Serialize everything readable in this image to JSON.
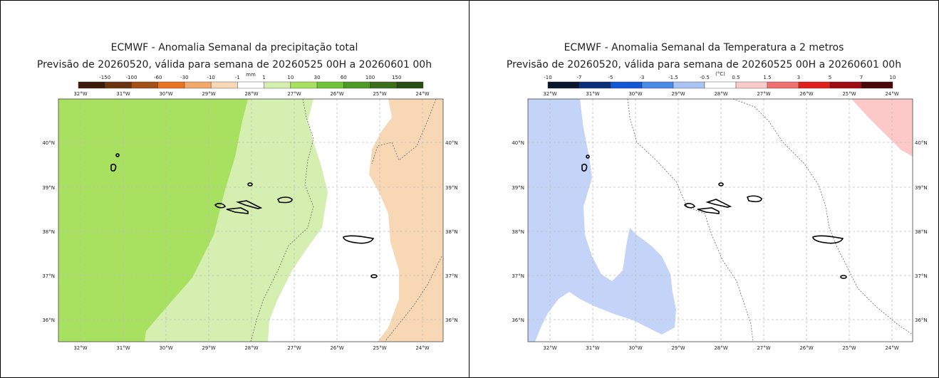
{
  "panels": [
    {
      "id": "precip",
      "title": "ECMWF - Anomalia Semanal da precipitação total",
      "subtitle": "Previsão de 20260520, válida para semana de 20260525 00H a 20260601 00h",
      "colorbar": {
        "unit": "mm",
        "labels": [
          "-150",
          "-100",
          "-60",
          "-30",
          "-10",
          "-1",
          "1",
          "10",
          "30",
          "60",
          "100",
          "150"
        ],
        "colors": [
          "#3b1a0a",
          "#6b3410",
          "#a34f17",
          "#e8741f",
          "#f2a869",
          "#f8d8b4",
          "#ffffff",
          "#d4efb0",
          "#a8e060",
          "#6ec436",
          "#4e9a26",
          "#3a6e1a",
          "#274d12"
        ]
      },
      "shading": {
        "land_green": "#a8e060",
        "light_green": "#d4efb0",
        "light_orange": "#f8d8b4"
      }
    },
    {
      "id": "temp",
      "title": "ECMWF - Anomalia Semanal da Temperatura a 2 metros",
      "subtitle": "Previsão de 20260520, válida para semana de 20260525 00H a 20260601 00h",
      "colorbar": {
        "unit": "(°C)",
        "labels": [
          "-10",
          "-7",
          "-5",
          "-3",
          "-1.5",
          "-0.5",
          "0.5",
          "1.5",
          "3",
          "5",
          "7",
          "10"
        ],
        "colors": [
          "#08162e",
          "#0a2f7a",
          "#1457d6",
          "#4a8ae8",
          "#a9c4f2",
          "#ffffff",
          "#f9caca",
          "#f07070",
          "#e0201c",
          "#9e0c12",
          "#4a0508"
        ]
      },
      "shading": {
        "light_blue": "#c4d4f8",
        "light_pink": "#fcc8c8"
      }
    }
  ],
  "lon_labels": [
    "32°W",
    "31°W",
    "30°W",
    "29°W",
    "28°W",
    "27°W",
    "26°W",
    "25°W",
    "24°W"
  ],
  "lat_labels": [
    "40°N",
    "39°N",
    "38°N",
    "37°N",
    "36°N"
  ]
}
